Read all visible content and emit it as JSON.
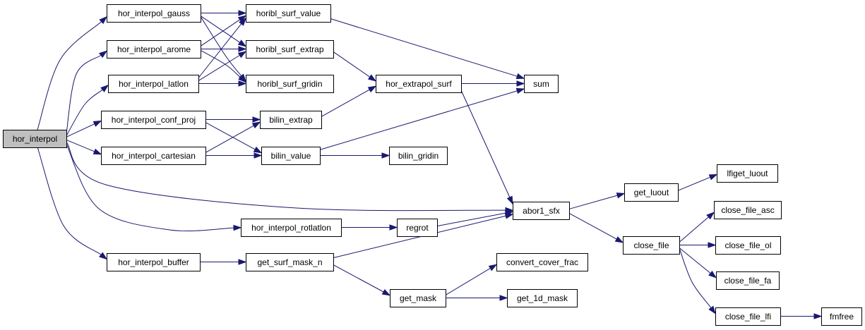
{
  "diagram": {
    "nodes": [
      {
        "id": "hor_interpol",
        "label": "hor_interpol",
        "root": true
      },
      {
        "id": "hor_interpol_gauss",
        "label": "hor_interpol_gauss"
      },
      {
        "id": "hor_interpol_arome",
        "label": "hor_interpol_arome"
      },
      {
        "id": "hor_interpol_latlon",
        "label": "hor_interpol_latlon"
      },
      {
        "id": "hor_interpol_conf_proj",
        "label": "hor_interpol_conf_proj"
      },
      {
        "id": "hor_interpol_cartesian",
        "label": "hor_interpol_cartesian"
      },
      {
        "id": "hor_interpol_rotlatlon",
        "label": "hor_interpol_rotlatlon"
      },
      {
        "id": "hor_interpol_buffer",
        "label": "hor_interpol_buffer"
      },
      {
        "id": "horibl_surf_value",
        "label": "horibl_surf_value"
      },
      {
        "id": "horibl_surf_extrap",
        "label": "horibl_surf_extrap"
      },
      {
        "id": "horibl_surf_gridin",
        "label": "horibl_surf_gridin"
      },
      {
        "id": "bilin_extrap",
        "label": "bilin_extrap"
      },
      {
        "id": "bilin_value",
        "label": "bilin_value"
      },
      {
        "id": "regrot",
        "label": "regrot"
      },
      {
        "id": "get_surf_mask_n",
        "label": "get_surf_mask_n"
      },
      {
        "id": "hor_extrapol_surf",
        "label": "hor_extrapol_surf"
      },
      {
        "id": "bilin_gridin",
        "label": "bilin_gridin"
      },
      {
        "id": "get_mask",
        "label": "get_mask"
      },
      {
        "id": "sum",
        "label": "sum"
      },
      {
        "id": "abor1_sfx",
        "label": "abor1_sfx"
      },
      {
        "id": "convert_cover_frac",
        "label": "convert_cover_frac"
      },
      {
        "id": "get_1d_mask",
        "label": "get_1d_mask"
      },
      {
        "id": "get_luout",
        "label": "get_luout"
      },
      {
        "id": "close_file",
        "label": "close_file"
      },
      {
        "id": "lfiget_luout",
        "label": "lfiget_luout"
      },
      {
        "id": "close_file_asc",
        "label": "close_file_asc"
      },
      {
        "id": "close_file_ol",
        "label": "close_file_ol"
      },
      {
        "id": "close_file_fa",
        "label": "close_file_fa"
      },
      {
        "id": "close_file_lfi",
        "label": "close_file_lfi"
      },
      {
        "id": "fmfree",
        "label": "fmfree"
      }
    ],
    "edges": [
      {
        "from": "hor_interpol",
        "to": "hor_interpol_gauss"
      },
      {
        "from": "hor_interpol",
        "to": "hor_interpol_arome"
      },
      {
        "from": "hor_interpol",
        "to": "hor_interpol_latlon"
      },
      {
        "from": "hor_interpol",
        "to": "hor_interpol_conf_proj"
      },
      {
        "from": "hor_interpol",
        "to": "hor_interpol_cartesian"
      },
      {
        "from": "hor_interpol",
        "to": "abor1_sfx"
      },
      {
        "from": "hor_interpol",
        "to": "hor_interpol_rotlatlon"
      },
      {
        "from": "hor_interpol",
        "to": "hor_interpol_buffer"
      },
      {
        "from": "hor_interpol_gauss",
        "to": "horibl_surf_value"
      },
      {
        "from": "hor_interpol_gauss",
        "to": "horibl_surf_extrap"
      },
      {
        "from": "hor_interpol_gauss",
        "to": "horibl_surf_gridin"
      },
      {
        "from": "hor_interpol_arome",
        "to": "horibl_surf_value"
      },
      {
        "from": "hor_interpol_arome",
        "to": "horibl_surf_extrap"
      },
      {
        "from": "hor_interpol_arome",
        "to": "horibl_surf_gridin"
      },
      {
        "from": "hor_interpol_latlon",
        "to": "horibl_surf_value"
      },
      {
        "from": "hor_interpol_latlon",
        "to": "horibl_surf_extrap"
      },
      {
        "from": "hor_interpol_latlon",
        "to": "horibl_surf_gridin"
      },
      {
        "from": "hor_interpol_conf_proj",
        "to": "bilin_extrap"
      },
      {
        "from": "hor_interpol_conf_proj",
        "to": "bilin_value"
      },
      {
        "from": "hor_interpol_cartesian",
        "to": "bilin_extrap"
      },
      {
        "from": "hor_interpol_cartesian",
        "to": "bilin_value"
      },
      {
        "from": "horibl_surf_value",
        "to": "sum"
      },
      {
        "from": "horibl_surf_extrap",
        "to": "hor_extrapol_surf"
      },
      {
        "from": "bilin_extrap",
        "to": "hor_extrapol_surf"
      },
      {
        "from": "bilin_value",
        "to": "sum"
      },
      {
        "from": "bilin_value",
        "to": "bilin_gridin"
      },
      {
        "from": "hor_extrapol_surf",
        "to": "sum"
      },
      {
        "from": "hor_extrapol_surf",
        "to": "abor1_sfx"
      },
      {
        "from": "hor_interpol_rotlatlon",
        "to": "regrot"
      },
      {
        "from": "regrot",
        "to": "abor1_sfx"
      },
      {
        "from": "hor_interpol_buffer",
        "to": "get_surf_mask_n"
      },
      {
        "from": "get_surf_mask_n",
        "to": "abor1_sfx"
      },
      {
        "from": "get_surf_mask_n",
        "to": "get_mask"
      },
      {
        "from": "get_mask",
        "to": "convert_cover_frac"
      },
      {
        "from": "get_mask",
        "to": "get_1d_mask"
      },
      {
        "from": "abor1_sfx",
        "to": "get_luout"
      },
      {
        "from": "abor1_sfx",
        "to": "close_file"
      },
      {
        "from": "get_luout",
        "to": "lfiget_luout"
      },
      {
        "from": "close_file",
        "to": "close_file_asc"
      },
      {
        "from": "close_file",
        "to": "close_file_ol"
      },
      {
        "from": "close_file",
        "to": "close_file_fa"
      },
      {
        "from": "close_file",
        "to": "close_file_lfi"
      },
      {
        "from": "close_file_lfi",
        "to": "fmfree"
      }
    ]
  }
}
